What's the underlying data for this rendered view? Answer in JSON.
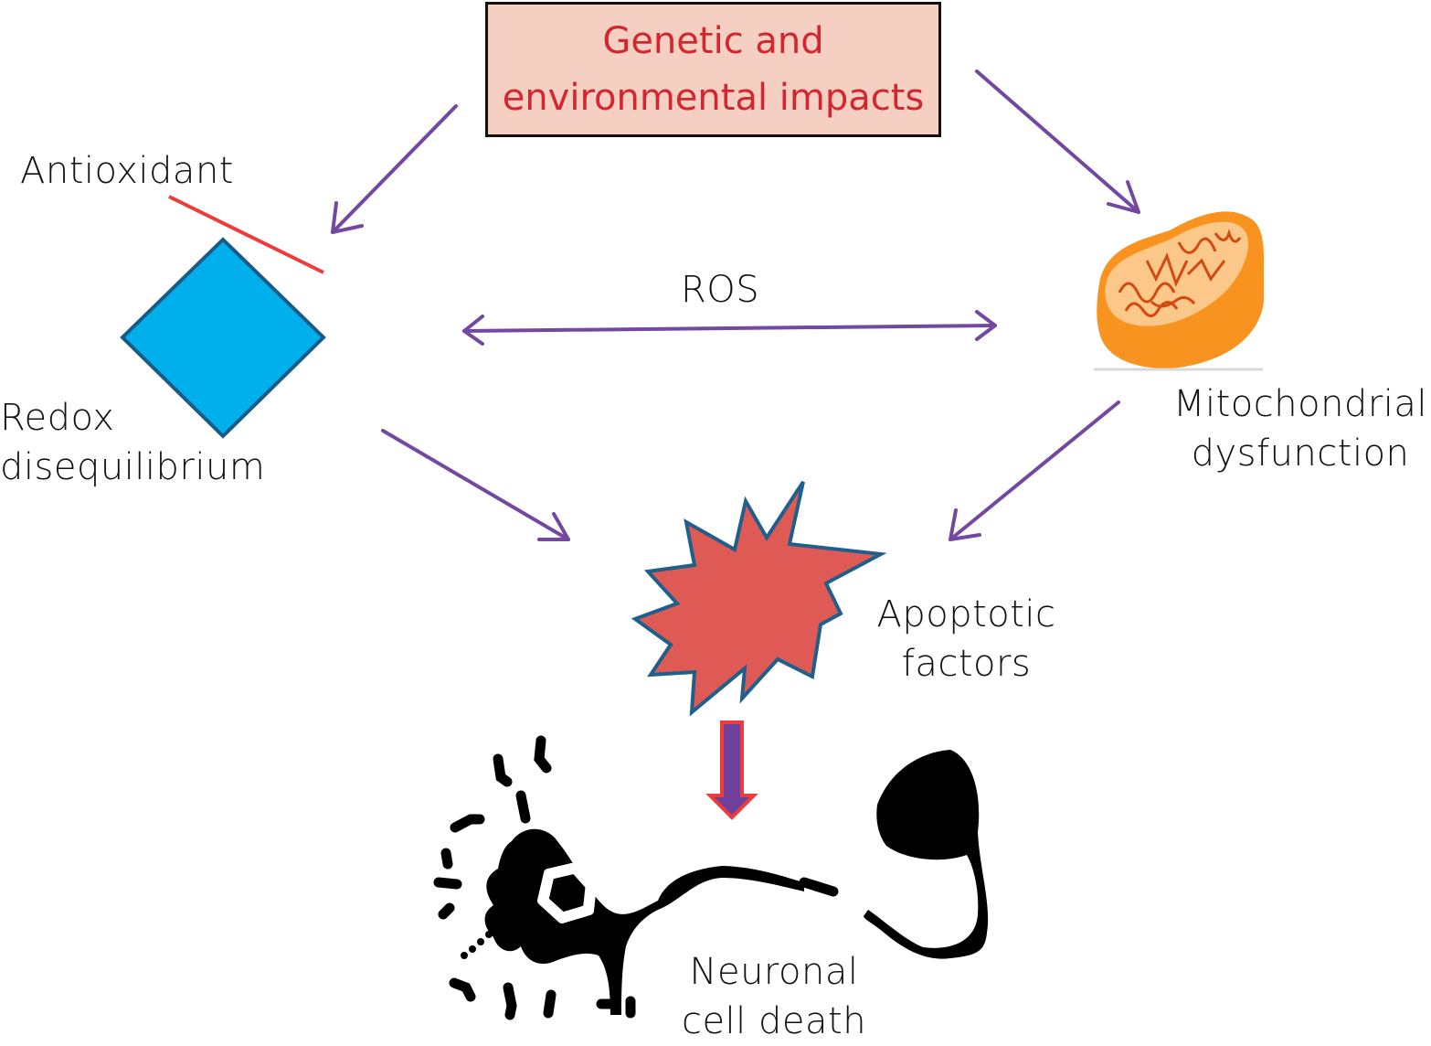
{
  "nodes": {
    "source": {
      "line1": "Genetic and",
      "line2": "environmental impacts"
    },
    "antioxidant": {
      "label": "Antioxidant"
    },
    "redox": {
      "line1": "Redox",
      "line2": "disequilibrium"
    },
    "ros": {
      "label": "ROS"
    },
    "mito": {
      "line1": "Mitochondrial",
      "line2": "dysfunction"
    },
    "apoptotic": {
      "line1": "Apoptotic",
      "line2": "factors"
    },
    "neuron": {
      "line1": "Neuronal",
      "line2": "cell death"
    }
  },
  "colors": {
    "arrow": "#7248a0",
    "inhibit": "#ee3b3b",
    "source_text": "#d4262e",
    "source_fill": "#f4cfc2",
    "diamond_fill": "#00b0ec",
    "diamond_stroke": "#1a5a86",
    "star_fill": "#e05a55",
    "star_stroke": "#1f5f8b",
    "mito_outer": "#f7931e",
    "mito_inner": "#fcc88a",
    "mito_cristae": "#d24a10",
    "block_arrow_fill": "#6f3f9c",
    "block_arrow_stroke": "#ee3b3b"
  }
}
